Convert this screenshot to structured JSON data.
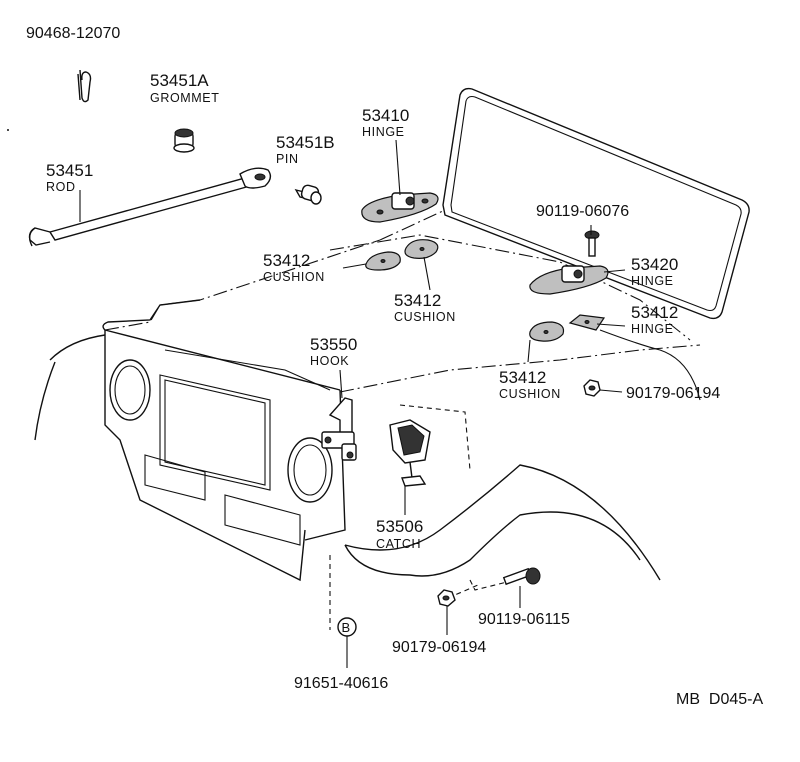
{
  "footer": {
    "ref_code": "MB  D045-A"
  },
  "circle_marker": {
    "letter": "B"
  },
  "callouts": {
    "clip": {
      "number": "90468-12070"
    },
    "grommet": {
      "number": "53451A",
      "label": "GROMMET"
    },
    "rod": {
      "number": "53451",
      "label": "ROD"
    },
    "pin": {
      "number": "53451B",
      "label": "PIN"
    },
    "hinge_left": {
      "number": "53410",
      "label": "HINGE"
    },
    "screw_top": {
      "number": "90119-06076"
    },
    "cushion_a": {
      "number": "53412",
      "label": "CUSHION"
    },
    "cushion_b": {
      "number": "53412",
      "label": "CUSHION"
    },
    "hinge_right": {
      "number": "53420",
      "label": "HINGE"
    },
    "hinge_right_b": {
      "number": "53412",
      "label": "HINGE"
    },
    "cushion_c": {
      "number": "53412",
      "label": "CUSHION"
    },
    "nut_right": {
      "number": "90179-06194"
    },
    "hook": {
      "number": "53550",
      "label": "HOOK"
    },
    "catch": {
      "number": "53506",
      "label": "CATCH"
    },
    "bolt": {
      "number": "90119-06115"
    },
    "nut_bottom": {
      "number": "90179-06194"
    },
    "bottom_ref": {
      "number": "91651-40616"
    }
  }
}
